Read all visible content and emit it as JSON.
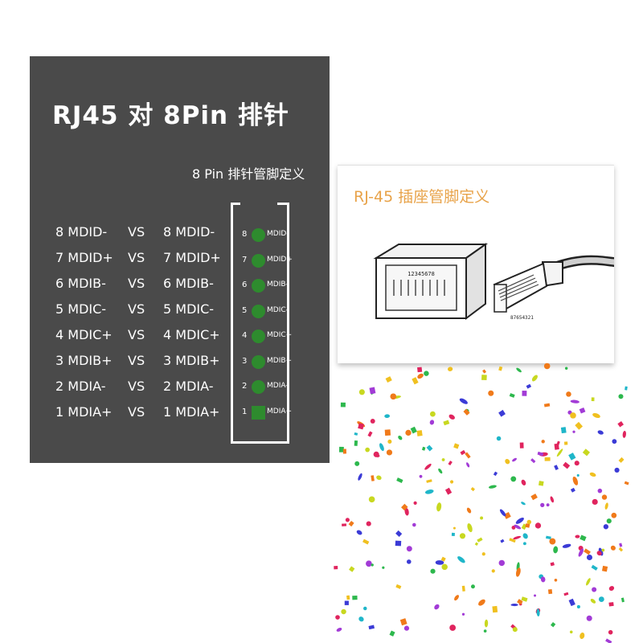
{
  "left_panel": {
    "title": "RJ45  对  8Pin  排针",
    "subtitle": "8 Pin  排针管脚定义",
    "pairs": [
      {
        "left": "8 MDID-",
        "vs": "VS",
        "right": "8 MDID-"
      },
      {
        "left": "7 MDID+",
        "vs": "VS",
        "right": "7 MDID+"
      },
      {
        "left": "6 MDIB-",
        "vs": "VS",
        "right": "6 MDIB-"
      },
      {
        "left": "5 MDIC-",
        "vs": "VS",
        "right": "5 MDIC-"
      },
      {
        "left": "4 MDIC+",
        "vs": "VS",
        "right": "4 MDIC+"
      },
      {
        "left": "3 MDIB+",
        "vs": "VS",
        "right": "3 MDIB+"
      },
      {
        "left": "2 MDIA-",
        "vs": "VS",
        "right": "2 MDIA-"
      },
      {
        "left": "1 MDIA+",
        "vs": "VS",
        "right": "1 MDIA+"
      }
    ],
    "pins": [
      {
        "num": "8",
        "label": "MDID-"
      },
      {
        "num": "7",
        "label": "MDID+"
      },
      {
        "num": "6",
        "label": "MDIB-"
      },
      {
        "num": "5",
        "label": "MDIC-"
      },
      {
        "num": "4",
        "label": "MDIC+"
      },
      {
        "num": "3",
        "label": "MDIB+"
      },
      {
        "num": "2",
        "label": "MDIA-"
      },
      {
        "num": "1",
        "label": "MDIA+"
      }
    ],
    "pin_color": "#2e8b2e"
  },
  "right_panel": {
    "title": "RJ-45  插座管脚定义",
    "jack_numbers": "12345678",
    "plug_numbers": "87654321",
    "title_color": "#e8a34a"
  },
  "confetti_colors": [
    "#3b3bd6",
    "#e0245e",
    "#1fb6c9",
    "#f0c020",
    "#2db84d",
    "#a23bd6",
    "#f07a1a",
    "#c8d820"
  ]
}
